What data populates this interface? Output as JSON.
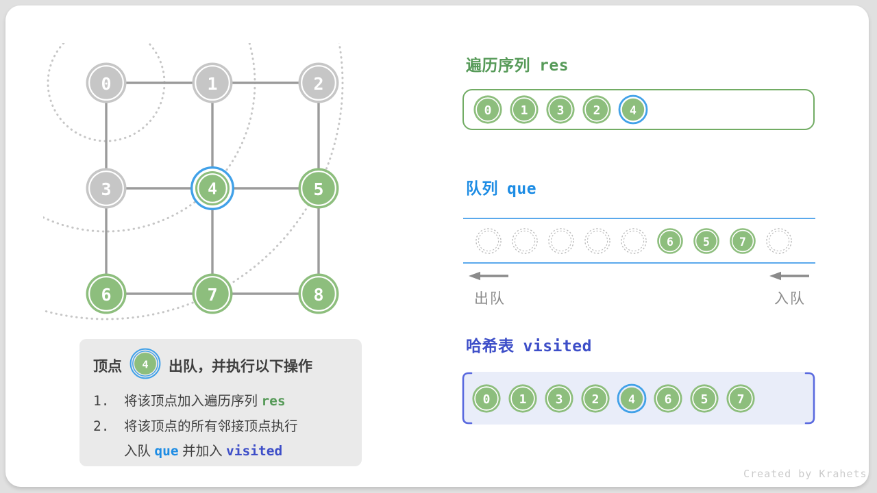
{
  "page": {
    "watermark": "Created by Krahets"
  },
  "colors": {
    "page_bg": "#E0E0E0",
    "green_fill": "#8DBE7D",
    "green_dark": "#569A58",
    "res_border": "#72AC64",
    "gray_fill": "#C6C6C6",
    "blue": "#41A1E8",
    "queue_title": "#1D8CE4",
    "queue_line": "#5AA9EC",
    "indigo": "#3D4EC8",
    "bracket_indigo": "#5A6ADF",
    "visited_bg": "#E9EDF9",
    "edge": "#9B9B9B",
    "arc": "#C6C6C6",
    "empty_slot": "#B9B9B9",
    "info_bg": "#EAEAEA",
    "text_dark": "#3F3F3F",
    "muted": "#8B8B8B",
    "watermark": "#CBCBCB"
  },
  "graph": {
    "nodes": [
      {
        "label": "0",
        "row": 0,
        "col": 0,
        "state": "done"
      },
      {
        "label": "1",
        "row": 0,
        "col": 1,
        "state": "done"
      },
      {
        "label": "2",
        "row": 0,
        "col": 2,
        "state": "done"
      },
      {
        "label": "3",
        "row": 1,
        "col": 0,
        "state": "done"
      },
      {
        "label": "4",
        "row": 1,
        "col": 1,
        "state": "current"
      },
      {
        "label": "5",
        "row": 1,
        "col": 2,
        "state": "active"
      },
      {
        "label": "6",
        "row": 2,
        "col": 0,
        "state": "active"
      },
      {
        "label": "7",
        "row": 2,
        "col": 1,
        "state": "active"
      },
      {
        "label": "8",
        "row": 2,
        "col": 2,
        "state": "active"
      }
    ],
    "edges": [
      [
        0,
        1
      ],
      [
        1,
        2
      ],
      [
        0,
        3
      ],
      [
        1,
        4
      ],
      [
        2,
        5
      ],
      [
        3,
        4
      ],
      [
        4,
        5
      ],
      [
        3,
        6
      ],
      [
        4,
        7
      ],
      [
        5,
        8
      ],
      [
        6,
        7
      ],
      [
        7,
        8
      ]
    ],
    "level_arc_radii": [
      85,
      217,
      345
    ]
  },
  "res": {
    "title_zh": "遍历序列",
    "title_code": "res",
    "items": [
      {
        "label": "0"
      },
      {
        "label": "1"
      },
      {
        "label": "3"
      },
      {
        "label": "2"
      },
      {
        "label": "4",
        "current": true
      }
    ]
  },
  "queue": {
    "title_zh": "队列",
    "title_code": "que",
    "slots": [
      "",
      "",
      "",
      "",
      "",
      "6",
      "5",
      "7",
      ""
    ],
    "dequeue_label": "出队",
    "enqueue_label": "入队"
  },
  "visited": {
    "title_zh": "哈希表",
    "title_code": "visited",
    "items": [
      {
        "label": "0"
      },
      {
        "label": "1"
      },
      {
        "label": "3"
      },
      {
        "label": "2"
      },
      {
        "label": "4",
        "current": true
      },
      {
        "label": "6"
      },
      {
        "label": "5"
      },
      {
        "label": "7"
      }
    ]
  },
  "info": {
    "headline_prefix": "顶点",
    "headline_node": "4",
    "headline_suffix": "出队，并执行以下操作",
    "items": [
      {
        "no": "1.",
        "segments": [
          {
            "t": "将该顶点加入遍历序列 "
          },
          {
            "t": "res",
            "style": "code-green"
          }
        ]
      },
      {
        "no": "2.",
        "segments": [
          {
            "t": "将该顶点的所有邻接顶点执行"
          }
        ]
      },
      {
        "no": "",
        "segments": [
          {
            "t": "入队 "
          },
          {
            "t": "que",
            "style": "code-blue"
          },
          {
            "t": " 并加入 "
          },
          {
            "t": "visited",
            "style": "code-indigo"
          }
        ]
      }
    ]
  }
}
